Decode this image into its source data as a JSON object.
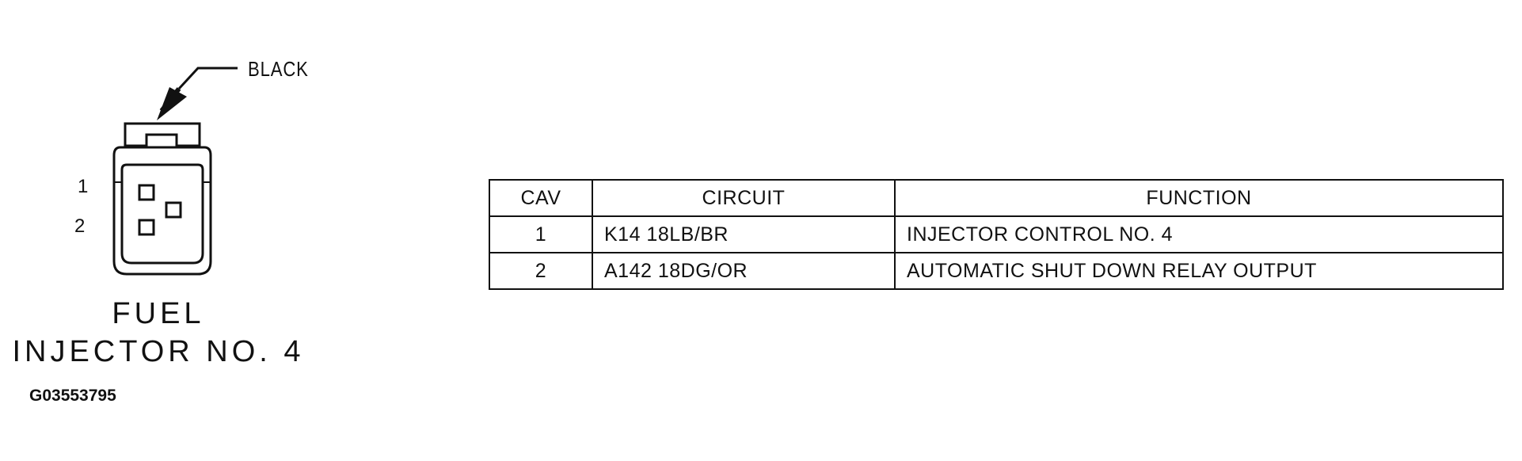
{
  "connector": {
    "color_label": "BLACK",
    "pin_labels": [
      "1",
      "2"
    ],
    "title_line_1": "FUEL",
    "title_line_2": "INJECTOR NO. 4",
    "figure_code": "G03553795"
  },
  "table": {
    "headers": {
      "cav": "CAV",
      "circuit": "CIRCUIT",
      "function": "FUNCTION"
    },
    "rows": [
      {
        "cav": "1",
        "circuit": "K14 18LB/BR",
        "function": "INJECTOR CONTROL NO. 4"
      },
      {
        "cav": "2",
        "circuit": "A142 18DG/OR",
        "function": "AUTOMATIC SHUT DOWN RELAY OUTPUT"
      }
    ]
  }
}
